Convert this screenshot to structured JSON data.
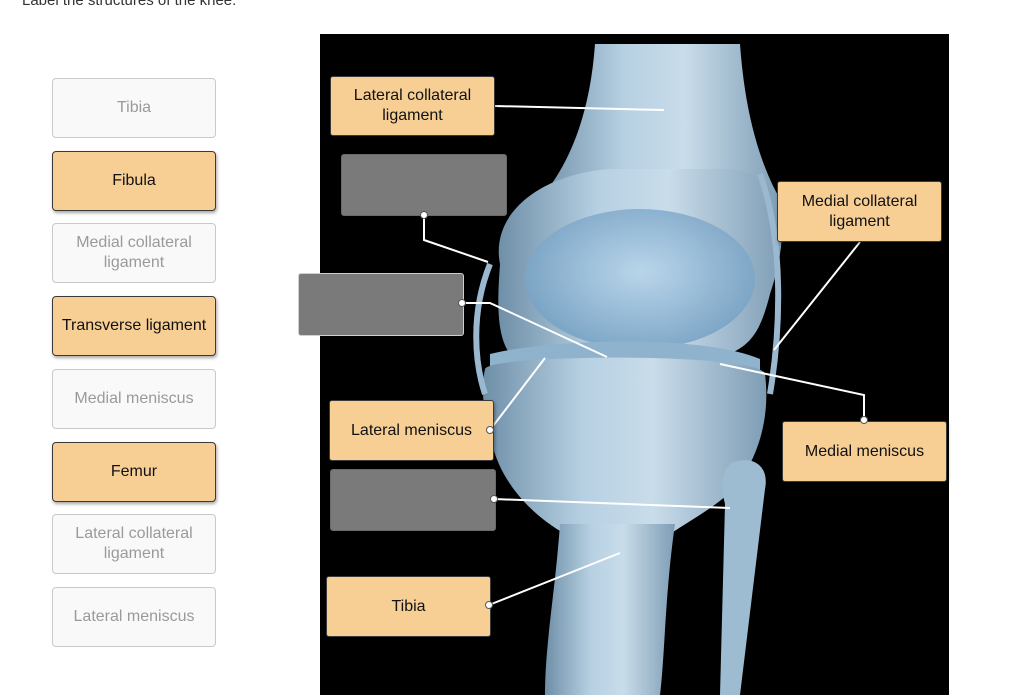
{
  "instruction": "Label the structures of the knee.",
  "bank": [
    {
      "label": "Tibia",
      "state": "used"
    },
    {
      "label": "Fibula",
      "state": "available"
    },
    {
      "label": "Medial collateral ligament",
      "state": "used"
    },
    {
      "label": "Transverse ligament",
      "state": "available"
    },
    {
      "label": "Medial meniscus",
      "state": "used"
    },
    {
      "label": "Femur",
      "state": "available"
    },
    {
      "label": "Lateral collateral ligament",
      "state": "used"
    },
    {
      "label": "Lateral meniscus",
      "state": "used"
    }
  ],
  "targets": {
    "lateral_collateral": "Lateral collateral ligament",
    "empty_1": "",
    "empty_2": "",
    "lateral_meniscus": "Lateral meniscus",
    "empty_3": "",
    "tibia": "Tibia",
    "medial_collateral": "Medial collateral ligament",
    "medial_meniscus": "Medial meniscus"
  },
  "colors": {
    "label_fill": "#f7cf95",
    "empty_slot": "#7a7a7a",
    "used_chip": "#f9f9f9",
    "bone": "#a9c7dc"
  }
}
